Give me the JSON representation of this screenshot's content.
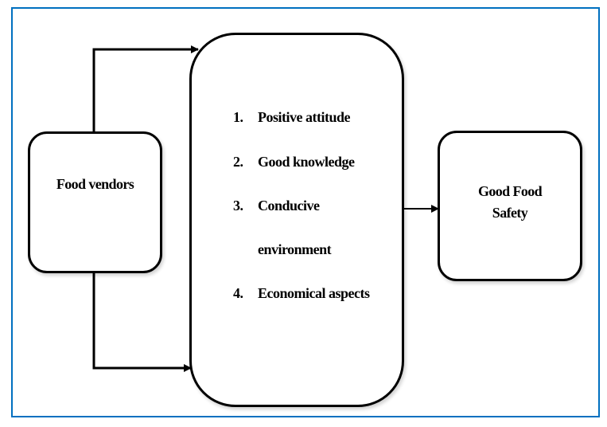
{
  "diagram": {
    "frame_color": "#0070C0",
    "source_node": {
      "label": "Food vendors"
    },
    "factors_node": {
      "items": [
        {
          "number": "1.",
          "text": "Positive attitude"
        },
        {
          "number": "2.",
          "text": "Good knowledge"
        },
        {
          "number": "3.",
          "text": "Conducive",
          "continuation": "environment"
        },
        {
          "number": "4.",
          "text": "Economical aspects"
        }
      ]
    },
    "outcome_node": {
      "line1": "Good Food",
      "line2": "Safety"
    },
    "edges": [
      {
        "from": "Food vendors",
        "to": "factors (top)"
      },
      {
        "from": "Food vendors",
        "to": "factors (bottom)"
      },
      {
        "from": "factors",
        "to": "Good Food Safety"
      }
    ]
  }
}
